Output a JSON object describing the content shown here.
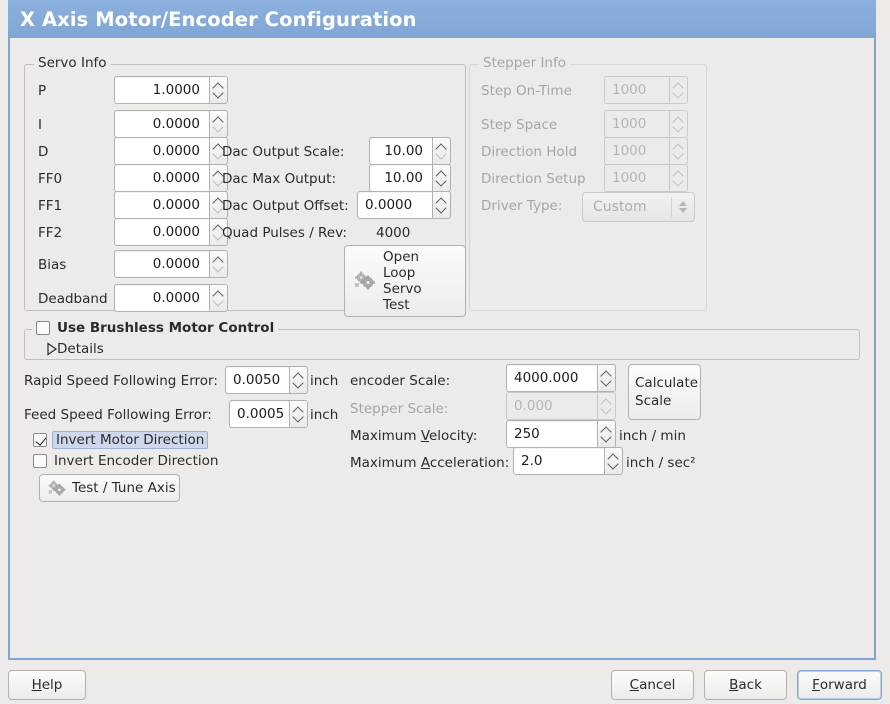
{
  "window": {
    "title": "X Axis Motor/Encoder Configuration",
    "title_bar_color": "#86abd9",
    "background_color": "#edebe9",
    "accent_color": "#7fa5d4"
  },
  "servo_info": {
    "legend": "Servo Info",
    "rows": [
      {
        "label": "P",
        "value": "1.0000"
      },
      {
        "label": "I",
        "value": "0.0000"
      },
      {
        "label": "D",
        "value": "0.0000"
      },
      {
        "label": "FF0",
        "value": "0.0000"
      },
      {
        "label": "FF1",
        "value": "0.0000"
      },
      {
        "label": "FF2",
        "value": "0.0000"
      },
      {
        "label": "Bias",
        "value": "0.0000"
      },
      {
        "label": "Deadband",
        "value": "0.0000"
      }
    ],
    "dac_output_scale_label": "Dac Output Scale:",
    "dac_output_scale_value": "10.00",
    "dac_max_output_label": "Dac Max Output:",
    "dac_max_output_value": "10.00",
    "dac_output_offset_label": "Dac Output Offset:",
    "dac_output_offset_value": "0.0000",
    "quad_pulses_label": "Quad Pulses / Rev:",
    "quad_pulses_value": "4000",
    "open_loop_button": "Open\nLoop\nServo\nTest",
    "open_loop_lines": [
      "Open",
      "Loop",
      "Servo",
      "Test"
    ]
  },
  "stepper_info": {
    "legend": "Stepper Info",
    "enabled": false,
    "rows": [
      {
        "label": "Step On-Time",
        "value": "1000"
      },
      {
        "label": "Step Space",
        "value": "1000"
      },
      {
        "label": "Direction Hold",
        "value": "1000"
      },
      {
        "label": "Direction Setup",
        "value": "1000"
      }
    ],
    "driver_type_label": "Driver Type:",
    "driver_type_value": "Custom"
  },
  "brushless": {
    "checkbox_label": "Use Brushless Motor Control",
    "checked": false,
    "details_label": "Details",
    "details_expanded": false
  },
  "tuning": {
    "rapid_label": "Rapid Speed Following Error:",
    "rapid_value": "0.0050",
    "rapid_unit": "inch",
    "feed_label": "Feed Speed Following Error:",
    "feed_value": "0.0005",
    "feed_unit": "inch",
    "invert_motor_label": "Invert Motor Direction",
    "invert_motor_checked": true,
    "invert_encoder_label": "Invert Encoder Direction",
    "invert_encoder_checked": false,
    "test_tune_button": "Test / Tune Axis"
  },
  "scales": {
    "encoder_scale_label": "encoder Scale:",
    "encoder_scale_value": "4000.000",
    "stepper_scale_label": "Stepper Scale:",
    "stepper_scale_value": "0.000",
    "stepper_scale_enabled": false,
    "max_velocity_label_pre": "Maximum ",
    "max_velocity_label_mn": "V",
    "max_velocity_label_post": "elocity:",
    "max_velocity_value": "250",
    "max_velocity_unit": "inch / min",
    "max_accel_label_pre": "Maximum ",
    "max_accel_label_mn": "A",
    "max_accel_label_post": "cceleration:",
    "max_accel_value": "2.0",
    "max_accel_unit": "inch / sec²",
    "calculate_scale_lines": [
      "Calculate",
      "Scale"
    ]
  },
  "footer": {
    "help_pre": "",
    "help_mn": "H",
    "help_post": "elp",
    "cancel_pre": "",
    "cancel_mn": "C",
    "cancel_post": "ancel",
    "back_pre": "",
    "back_mn": "B",
    "back_post": "ack",
    "forward_pre": "",
    "forward_mn": "F",
    "forward_post": "orward",
    "focused_button": "Forward"
  }
}
